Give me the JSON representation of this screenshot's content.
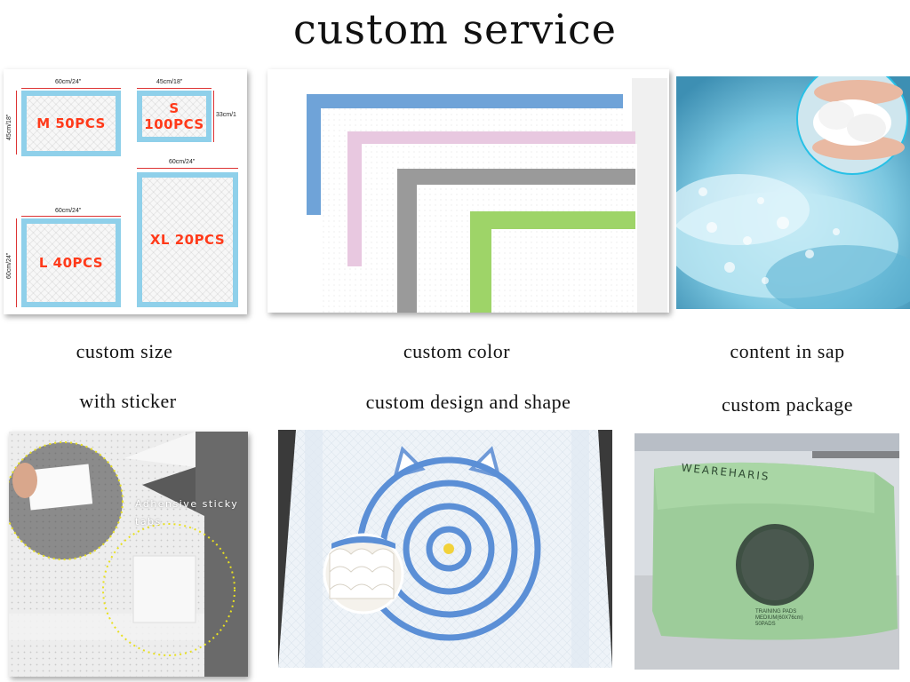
{
  "title": "custom service",
  "captions": {
    "size": "custom size",
    "color": "custom color",
    "sap": "content in sap",
    "sticker": "with sticker",
    "design": "custom design and shape",
    "package": "custom package"
  },
  "size_panel": {
    "pads": [
      {
        "label": "M 50PCS",
        "width_dim": "60cm/24\"",
        "height_dim": "45cm/18\""
      },
      {
        "label": "S 100PCS",
        "width_dim": "45cm/18\"",
        "height_dim": "33cm/1"
      },
      {
        "label": "L 40PCS",
        "width_dim": "60cm/24\"",
        "height_dim": "60cm/24\""
      },
      {
        "label": "XL 20PCS",
        "width_dim": "60cm/24\"",
        "height_dim": ""
      }
    ]
  },
  "color_panel": {
    "colors": [
      "#6fa3d8",
      "#e8c8e0",
      "#9a9a9a",
      "#9ed468"
    ]
  },
  "sticker_panel": {
    "annotation": "Adhensive sticky tabs"
  },
  "package_panel": {
    "brand_text": "WEAREHARIS",
    "label_line1": "TRAINING PADS",
    "label_line2": "MEDIUM(60X76cm)",
    "label_line3": "50PADS",
    "accent": "#9dcc9a"
  }
}
